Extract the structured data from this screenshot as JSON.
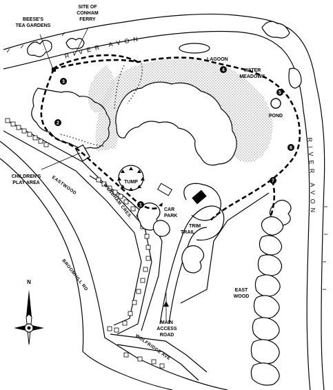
{
  "labels": {
    "beeses": [
      "BEESE'S",
      "TEA GARDENS"
    ],
    "ferry": [
      "SITE OF",
      "CONHAM",
      "FERRY"
    ],
    "lagoon": "LAGOON",
    "water_meadows": [
      "WATER",
      "MEADOWS"
    ],
    "pond": "POND",
    "childrens": [
      "CHILDREN'S",
      "PLAY AREA"
    ],
    "tump": "TUMP",
    "car_park": [
      "CAR",
      "PARK"
    ],
    "trim_trail": [
      "TRIM",
      "TRAIL"
    ],
    "east_wood": [
      "EAST",
      "WOOD"
    ],
    "main_access": [
      "MAIN",
      "ACCESS",
      "ROAD"
    ],
    "north": "N"
  },
  "river": {
    "top": "RIVER AVON",
    "side": "RIVER AVON"
  },
  "roads": {
    "eastwood": "EASTWOOD",
    "wyndham": "WYNDHAM CRES.",
    "broomhill": "BROOMHILL RD",
    "wolfridge": "WOLFRIDGE AVE"
  },
  "waypoints": [
    "1",
    "2",
    "3",
    "4",
    "5",
    "6",
    "7"
  ],
  "colors": {
    "ink": "#000000",
    "paper": "#ffffff"
  }
}
